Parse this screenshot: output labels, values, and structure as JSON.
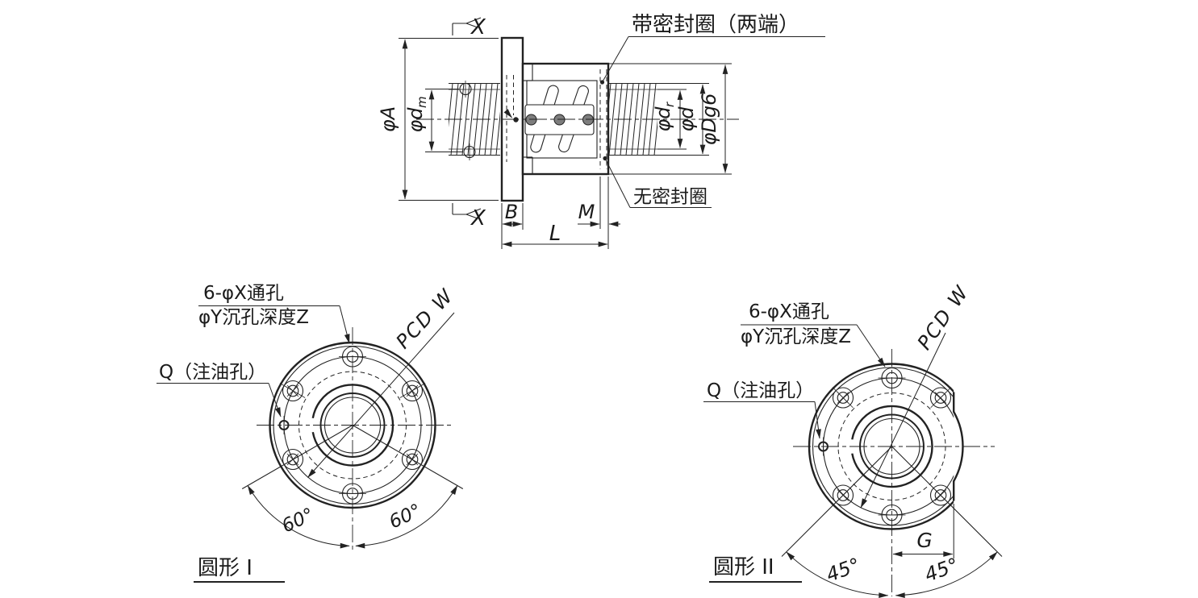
{
  "section": {
    "x_top": "X",
    "x_bottom": "X",
    "phi_a": "φA",
    "phi_dm_base": "φd",
    "phi_dm_sub": "m",
    "phi_dr_base": "φd",
    "phi_dr_sub": "r",
    "phi_d": "φd",
    "phi_dg6": "φDg6",
    "dim_b": "B",
    "dim_m": "M",
    "dim_l": "L",
    "seal_both": "带密封圈（两端）",
    "seal_none": "无密封圈"
  },
  "round1": {
    "title": "圆形 I",
    "holes_line1": "6-φX通孔",
    "holes_line2": "φY沉孔深度Z",
    "pcd": "PCD W",
    "oil": "Q（注油孔）",
    "angle_left": "60°",
    "angle_right": "60°"
  },
  "round2": {
    "title": "圆形 II",
    "holes_line1": "6-φX通孔",
    "holes_line2": "φY沉孔深度Z",
    "pcd": "PCD W",
    "oil": "Q（注油孔）",
    "angle_left": "45°",
    "angle_right": "45°",
    "dim_g": "G"
  }
}
